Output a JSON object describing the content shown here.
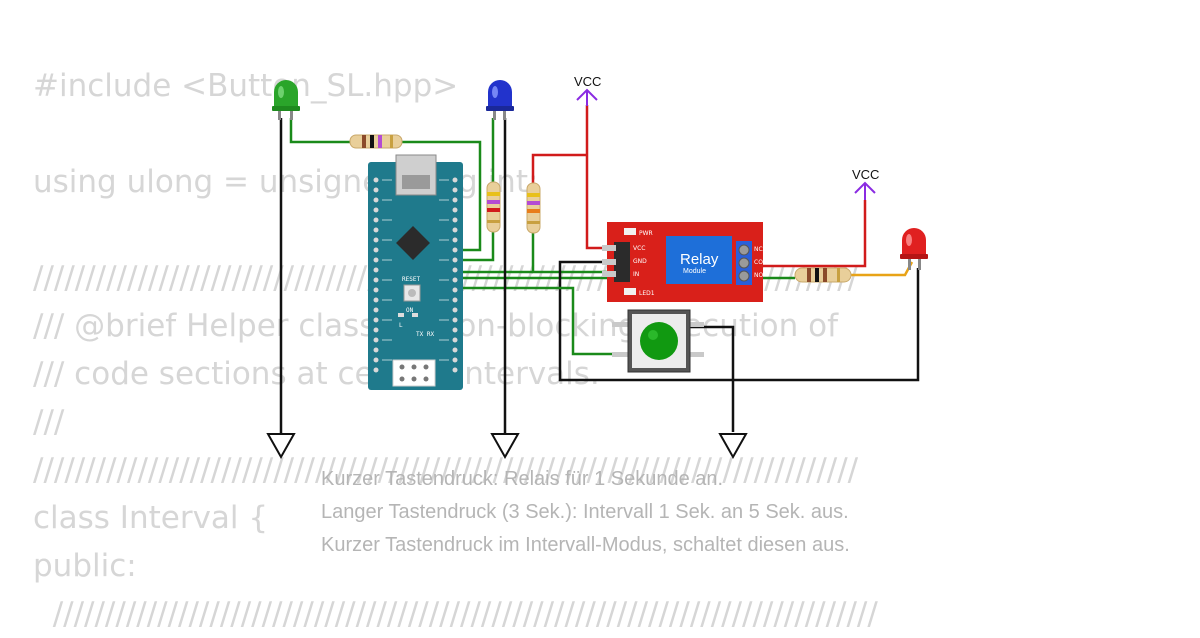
{
  "code_background": {
    "lines": [
      "#include <Button_SL.hpp>",
      "",
      "using ulong = unsigned long int;",
      "",
      "///////////////////////////////////////////////////////////////////////////////",
      "/// @brief Helper class for non-blocking execution of",
      "/// code sections at certain intervals.",
      "///",
      "///////////////////////////////////////////////////////////////////////////////",
      "class Interval {",
      "public:",
      "  ///////////////////////////////////////////////////////////////////////////////"
    ]
  },
  "caption": {
    "line1": "Kurzer Tastendruck: Relais für 1 Sekunde an.",
    "line2": "Langer Tastendruck (3 Sek.): Intervall 1 Sek. an 5 Sek. aus.",
    "line3": "Kurzer Tastendruck im Intervall-Modus, schaltet diesen aus."
  },
  "labels": {
    "vcc_left": "VCC",
    "vcc_right": "VCC",
    "relay_title": "Relay",
    "relay_subtitle": "Module",
    "relay_pin_vcc": "VCC",
    "relay_pin_gnd": "GND",
    "relay_pin_in": "IN",
    "relay_pwr": "PWR",
    "relay_led": "LED1",
    "relay_no": "NO",
    "relay_com": "COM",
    "relay_nc": "NC",
    "nano_reset": "RESET",
    "nano_on": "ON",
    "nano_l": "L",
    "nano_txrx": "TX RX"
  },
  "components": {
    "leds": [
      "green-led",
      "blue-led",
      "red-led"
    ],
    "colors": {
      "wire_green": "#1a8a1a",
      "wire_red": "#d11b1b",
      "wire_black": "#111111",
      "wire_orange": "#e8a317",
      "vcc_arrow": "#8a2be2",
      "nano_board": "#1f7a8c",
      "relay_board": "#d9201a",
      "relay_label_bg": "#1e6fd9",
      "led_green": "#2aa52a",
      "led_blue": "#2233cc",
      "led_red": "#e02020",
      "button_cap": "#119911"
    }
  }
}
